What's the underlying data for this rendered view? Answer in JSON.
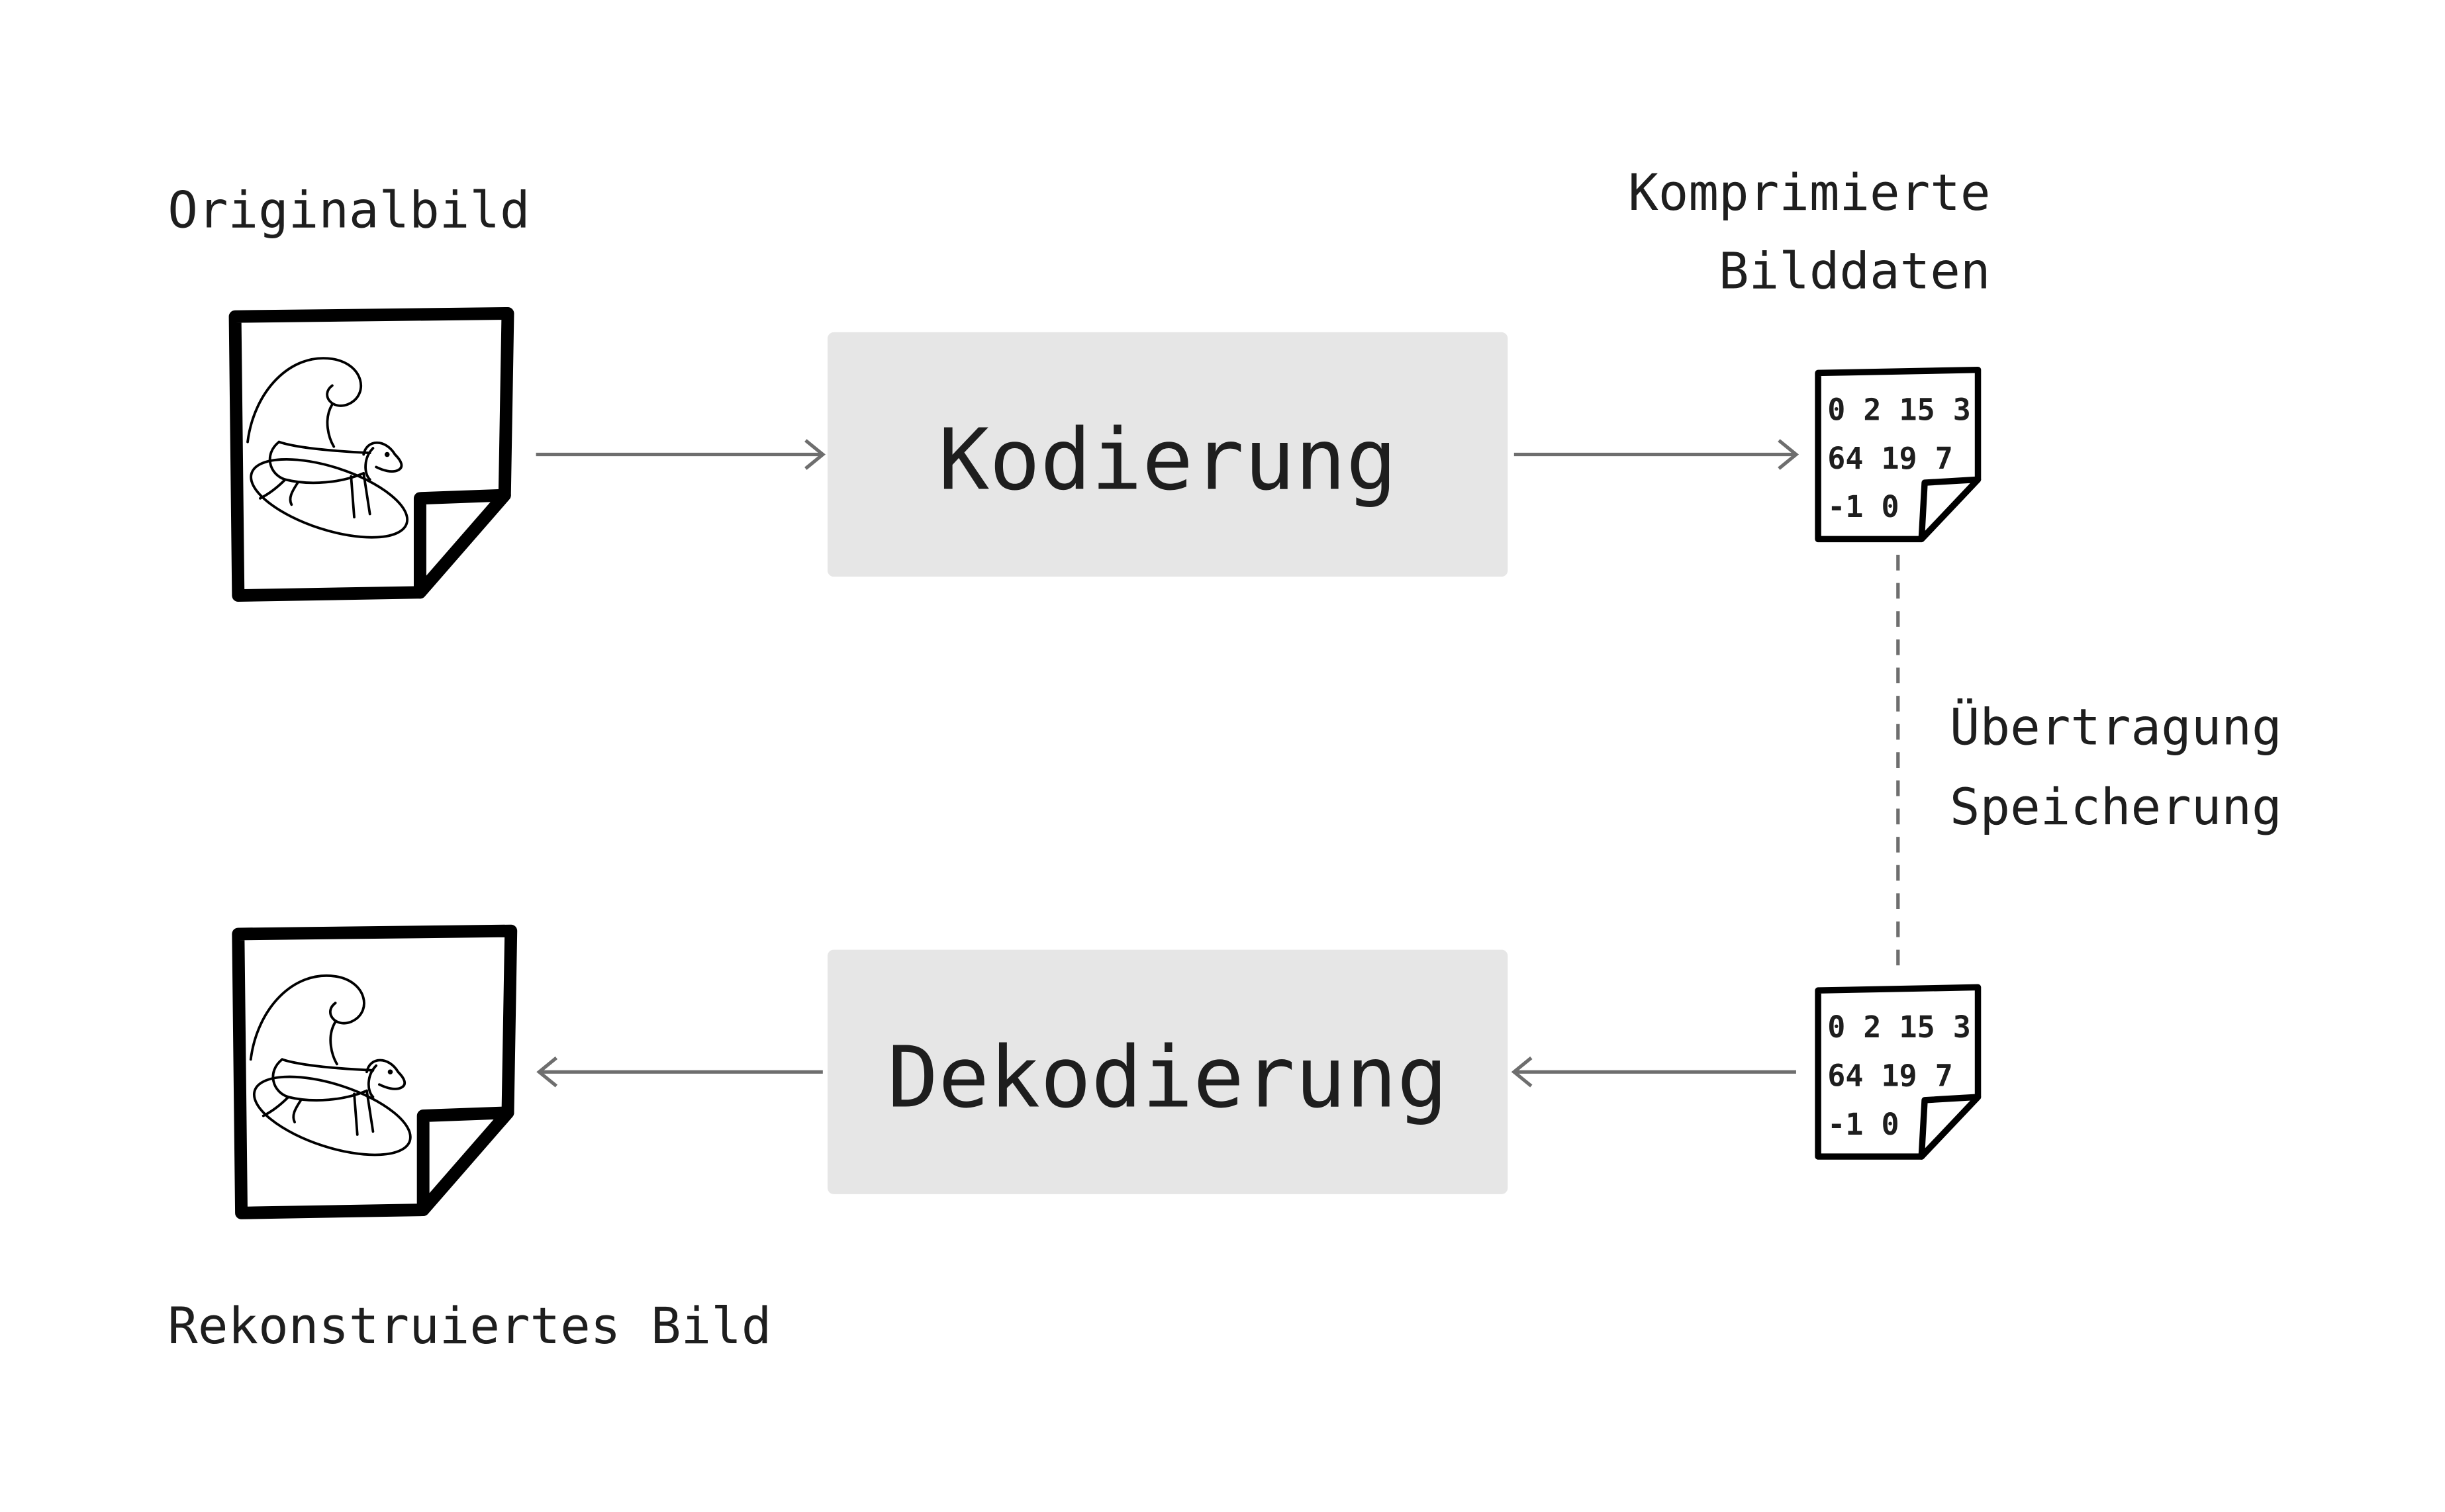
{
  "labels": {
    "original": "Originalbild",
    "compressed_line1": "Komprimierte",
    "compressed_line2": "Bilddaten",
    "transfer_line1": "Übertragung",
    "transfer_line2": "Speicherung",
    "reconstructed": "Rekonstruiertes Bild"
  },
  "boxes": {
    "encode": "Kodierung",
    "decode": "Dekodierung"
  },
  "compressed_doc": {
    "row1": "0 2 15 3",
    "row2": "64 19 7",
    "row3": "-1 0"
  },
  "colors": {
    "box_fill": "#e6e6e6",
    "arrow": "#6e6e6e",
    "text": "#1e1e1e"
  }
}
